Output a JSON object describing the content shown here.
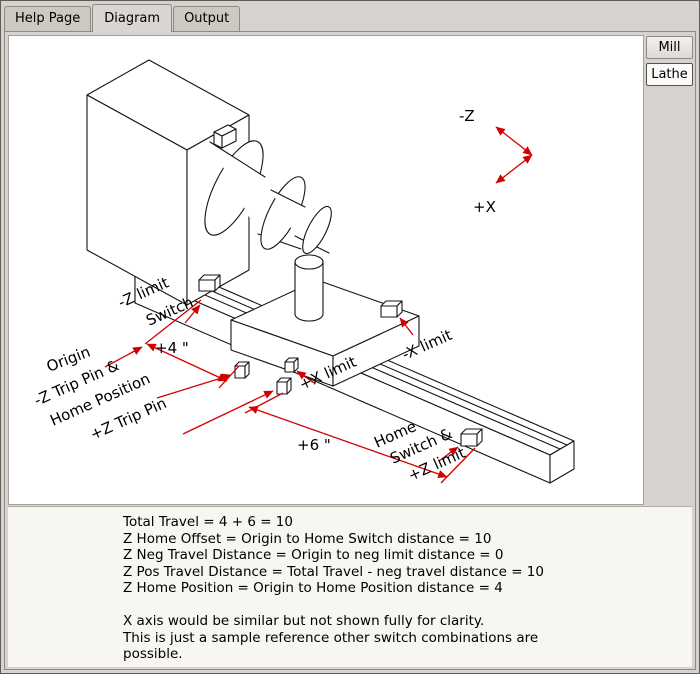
{
  "tabs": [
    {
      "label": "Help Page",
      "active": false
    },
    {
      "label": "Diagram",
      "active": true
    },
    {
      "label": "Output",
      "active": false
    }
  ],
  "machine_buttons": [
    {
      "label": "Mill",
      "active": false
    },
    {
      "label": "Lathe",
      "active": true
    }
  ],
  "diagram": {
    "axis_indicator": {
      "neg_z": "-Z",
      "pos_x": "+X"
    },
    "labels": {
      "neg_z_limit_1": "-Z limit",
      "neg_z_limit_2": "Switch",
      "origin": "Origin",
      "dim_4": "+4 \"",
      "neg_z_trip_1": "-Z Trip Pin &",
      "neg_z_trip_2": "Home Position",
      "pos_z_trip": "+Z Trip Pin",
      "dim_6": "+6 \"",
      "pos_x_limit": "+X limit",
      "neg_x_limit": "-X limit",
      "home_1": "Home",
      "home_2": "Switch &",
      "home_3": "+Z limit"
    },
    "colors": {
      "dimension": "#d40000",
      "line": "#141414",
      "canvas": "#ffffff"
    }
  },
  "notes": {
    "lines": [
      "Total Travel = 4 + 6 = 10",
      "Z Home Offset = Origin to Home Switch distance = 10",
      "Z Neg Travel Distance = Origin to neg limit distance = 0",
      "Z Pos Travel Distance = Total Travel - neg travel distance = 10",
      "Z Home Position = Origin to Home Position distance = 4",
      "",
      "X axis would be similar but not shown fully for clarity.",
      "This is just a sample reference other switch combinations are",
      "possible."
    ]
  }
}
